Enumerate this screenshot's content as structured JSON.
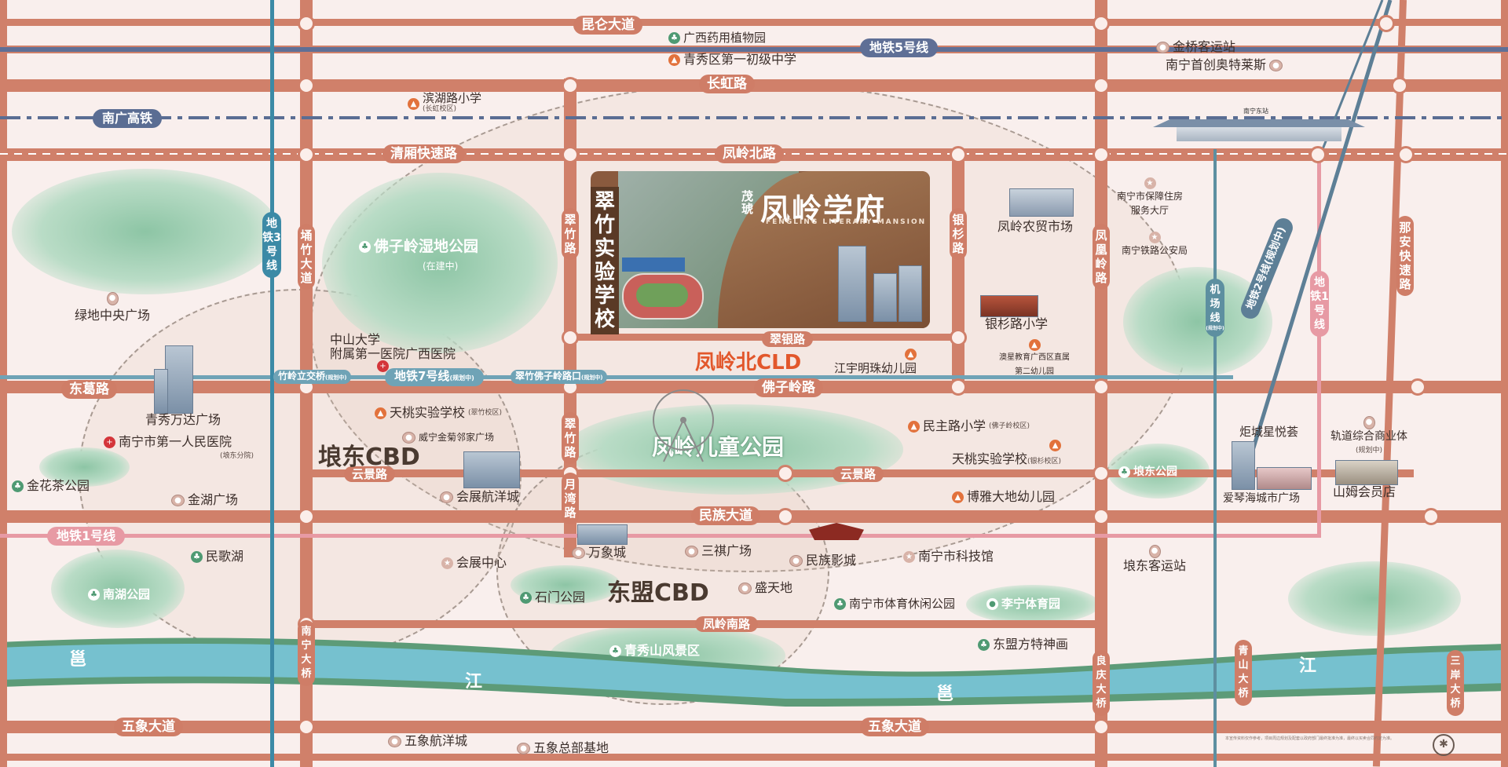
{
  "roads_h": {
    "kunlun": "昆仑大道",
    "changhong": "长虹路",
    "qingxiang": "清厢快速路",
    "fenglingbei": "凤岭北路",
    "cuiyin": "翠银路",
    "donge": "东葛路",
    "fozilingl": "佛子岭路",
    "yunjing1": "云景路",
    "yunjing2": "云景路",
    "minzu": "民族大道",
    "fenglingnan": "凤岭南路",
    "wuxiang1": "五象大道",
    "wuxiang2": "五象大道"
  },
  "roads_v": {
    "yongzhu": "埇竹大道",
    "cuizhu": "翠竹路",
    "cuizhu2": "翠竹路",
    "yuewan": "月湾路",
    "yinshan": "银杉路",
    "fenghuangling": "凤凰岭路",
    "naan": "那安快速路",
    "nanning_bridge": "南宁大桥",
    "liangqing_bridge": "良庆大桥",
    "qingshan_bridge": "青山大桥",
    "sanan_bridge": "三岸大桥"
  },
  "metro": {
    "line5": "地铁5号线",
    "nanguang": "南广高铁",
    "line3": "地铁3号线",
    "line7": "地铁7号线",
    "line7_note": "(规划中)",
    "line1": "地铁1号线",
    "line1_v": "地铁1号线",
    "airport": "机场线",
    "airport_note": "(规划中)",
    "line2": "地铁2号线(规划中)",
    "station1": "竹岭立交桥",
    "station1_note": "(规划中)",
    "station2": "翠竹佛子岭路口",
    "station2_note": "(规划中)",
    "station2_note_b": "(规划中)",
    "colors": {
      "line5": "#5f6f96",
      "line7": "#6fa3b6",
      "line1": "#e79aa4",
      "line3": "#3c8aa6",
      "airport": "#5d8fa0",
      "line2": "#5d7f96",
      "highspeed": "#5a6d93"
    }
  },
  "project": {
    "school": "翠竹实验学校",
    "brand": "茂琥",
    "name": "凤岭学府",
    "en": "FENGLING LITERARY MANSION",
    "district": "凤岭北CLD"
  },
  "areas": {
    "kunsdong_cbd": "埌东CBD",
    "dongmeng_cbd": "东盟CBD",
    "children_park": "凤岭儿童公园",
    "river1": "邕",
    "river2": "江",
    "river3": "邕",
    "river4": "江"
  },
  "pois": {
    "guangxi_plant": "广西药用植物园",
    "qingxiu_middle": "青秀区第一初级中学",
    "binhu_school": "滨湖路小学",
    "binhu_note": "(长虹校区)",
    "jinqiao": "金桥客运站",
    "outlets": "南宁首创奥特莱斯",
    "nanning_east": "南宁东站",
    "fozilingl_park": "佛子岭湿地公园",
    "fozilingl_note": "(在建中)",
    "lvdi": "绿地中央广场",
    "zhongshan1": "中山大学",
    "zhongshan2": "附属第一医院广西医院",
    "wanda": "青秀万达广场",
    "renmin_hosp": "南宁市第一人民医院",
    "renmin_note": "(埌东分院)",
    "jinhuacha": "金花茶公园",
    "jinhu": "金湖广场",
    "tiantao1": "天桃实验学校",
    "tiantao1_note": "(翠竹校区)",
    "weining": "威宁金菊邻家广场",
    "huizhan_hy": "会展航洋城",
    "fengling_market": "凤岭农贸市场",
    "housing": "南宁市保障住房服务大厅",
    "housing_b": "保障住房服务大厅",
    "rail_police": "南宁铁路公安局",
    "yinshan_school": "银杉路小学",
    "aoxing1": "澳星教育广西区直属",
    "aoxing2": "第二幼儿园",
    "jiangyu": "江宇明珠幼儿园",
    "minzhu": "民主路小学",
    "minzhu_note": "(佛子岭校区)",
    "tiantao2": "天桃实验学校",
    "tiantao2_note": "(银杉校区)",
    "boya": "博雅大地幼儿园",
    "judong_park": "埌东公园",
    "juchengxing": "炬城星悦荟",
    "aiqinhai": "爱琴海城市广场",
    "guidao": "轨道综合商业体",
    "guidao_note": "(规划中)",
    "sam": "山姆会员店",
    "judong_station": "埌东客运站",
    "minge_lake": "民歌湖",
    "nanhu_park": "南湖公园",
    "huizhan_center": "会展中心",
    "wanxiang": "万象城",
    "sanqi": "三祺广场",
    "minzu_cinema": "民族影城",
    "science": "南宁市科技馆",
    "shimen_park": "石门公园",
    "shengtian": "盛天地",
    "sports_park": "南宁市体育休闲公园",
    "lining": "李宁体育园",
    "dongmeng_fangte": "东盟方特神画",
    "qingxiu_mountain": "青秀山风景区",
    "wuxiang_hy": "五象航洋城",
    "wuxiang_hq": "五象总部基地"
  },
  "disclaimer": "本宣传资料仅作参考，项目周边规划及配套以政府部门最终批准为准，最终以买卖合同约定为准。"
}
